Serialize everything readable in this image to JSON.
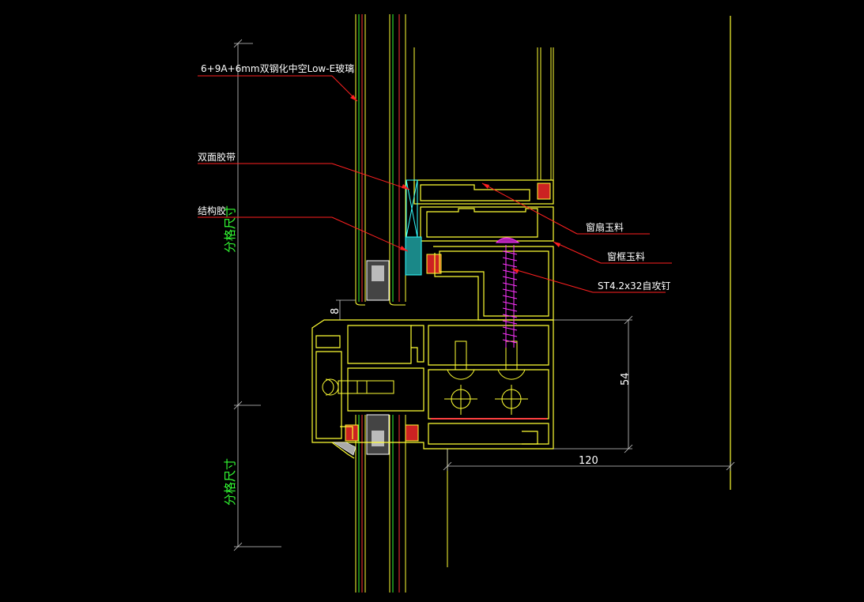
{
  "labels": {
    "glass": "6+9A+6mm双钢化中空Low-E玻璃",
    "double_tape": "双面胶带",
    "structural_glue": "结构胶",
    "sash_profile": "窗扇玉料",
    "frame_profile": "窗框玉料",
    "screw": "ST4.2x32自攻钉"
  },
  "dimensions": {
    "gap": "8",
    "height": "54",
    "depth": "120",
    "grid_upper": "分格尺寸",
    "grid_lower": "分格尺寸"
  },
  "colors": {
    "background": "#000000",
    "profile_yellow": "#ffff33",
    "leader_red": "#ff2020",
    "glass_green": "#33ff33",
    "dimension_white": "#cccccc",
    "screw_magenta": "#ff33ff",
    "seal_cyan": "#33ffff"
  }
}
